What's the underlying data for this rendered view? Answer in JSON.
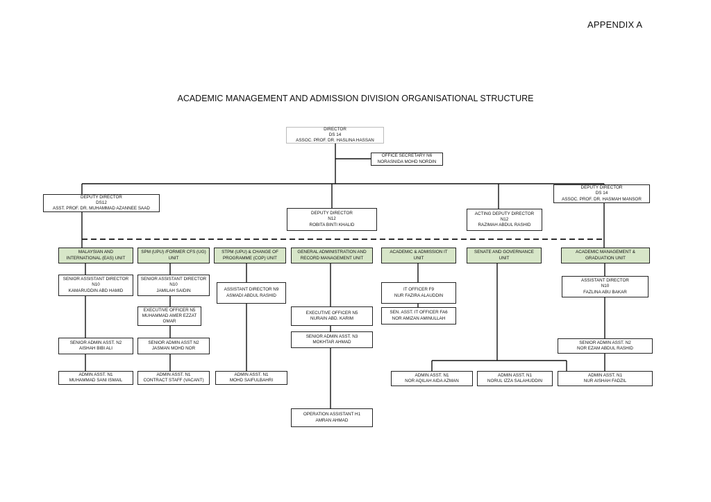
{
  "appendix": "APPENDIX A",
  "title": "ACADEMIC MANAGEMENT AND ADMISSION DIVISION ORGANISATIONAL STRUCTURE",
  "director": [
    "DIRECTOR",
    "DS 14",
    "ASSOC. PROF. DR. HASLINA HASSAN"
  ],
  "office_secretary": [
    "OFFICE SECRETARY N6",
    "NORASNIDA MOHD NORDIN"
  ],
  "deputies": {
    "d1": [
      "DEPUTY DIRECTOR",
      "DS12",
      "ASST. PROF. DR. MUHAMMAD AZANNEE SAAD"
    ],
    "d2": [
      "DEPUTY DIRECTOR",
      "N12",
      "ROBITA BINTI KHALID"
    ],
    "d3": [
      "ACTING DEPUTY DIRECTOR",
      "N12",
      "RAZIMAH ABDUL RASHID"
    ],
    "d4": [
      "DEPUTY DIRECTOR",
      "DS 14",
      "ASSOC. PROF. DR. HASMAH MANSOR"
    ]
  },
  "units": {
    "u1": [
      "MALAYSIAN AND",
      "INTERNATIONAL (EAS) UNIT"
    ],
    "u2": [
      "SPM (UPU) /FORMER CFS (UG)",
      "UNIT"
    ],
    "u3": [
      "STPM (UPU) & CHANGE OF",
      "PROGRAMME (COP) UNIT"
    ],
    "u4": [
      "GENERAL ADMINISTRATION AND",
      "RECORD MANAGEMENT UNIT"
    ],
    "u5": [
      "ACADEMIC & ADMISSION IT",
      "UNIT"
    ],
    "u6": [
      "SENATE AND GOVERNANCE",
      "UNIT"
    ],
    "u7": [
      "ACADEMIC MANAGEMENT &",
      "GRADUATION UNIT"
    ]
  },
  "staff": {
    "s1a": [
      "SENIOR ASSISTANT DIRECTOR",
      "N10",
      "KAMARUDDIN ABD HAMID"
    ],
    "s1b": [
      "SENIOR ADMIN ASST. N2",
      "AISHAH BIBI ALI"
    ],
    "s1c": [
      "ADMIN ASST. N1",
      "MUHAMMAD SANI ISMAIL"
    ],
    "s2a": [
      "SENIOR ASSISTANT DIRECTOR",
      "N10",
      "JAMILAH SAIDIN"
    ],
    "s2b": [
      "EXECUTIVE OFFICER N5",
      "MUHAMMAD AMER EZZAT",
      "OMAR"
    ],
    "s2c": [
      "SENIOR ADMIN ASST N2",
      "JASMAN MOHD NOR"
    ],
    "s2d": [
      "ADMIN ASST. N1",
      "CONTRACT STAFF (VACANT)"
    ],
    "s3a": [
      "ASSISTANT DIRECTOR N9",
      "ASMADI ABDUL RASHID"
    ],
    "s3b": [
      "ADMIN ASST. N1",
      "MOHD SAIFULBAHRI"
    ],
    "s4a": [
      "EXECUTIVE OFFICER N5",
      "NURAIN ABD. KARIM"
    ],
    "s4b": [
      "SENIOR ADMIN ASST. N3",
      "MOKHTAR AHMAD"
    ],
    "s4c": [
      "OPERATION ASSISTANT H1",
      "AMRAN AHMAD"
    ],
    "s5a": [
      "IT OFFICER F9",
      "NUR FAZIRA ALAUDDIN"
    ],
    "s5b": [
      "SEN. ASST. IT OFFICER FA6",
      "NOR AMIZAN AMINULLAH"
    ],
    "s5c": [
      "ADMIN ASST. N1",
      "NOR AQILAH AIDA AZMAN"
    ],
    "s6a": [
      "ADMIN ASST. N1",
      "NORUL IZZA SALAHUDDIN"
    ],
    "s7a": [
      "ASSISTANT DIRECTOR",
      "N10",
      "FAZLINA ABU BAKAR"
    ],
    "s7b": [
      "SENIOR ADMIN ASST. N2",
      "NOR EZAM ABDUL RASHID"
    ],
    "s7c": [
      "ADMIN ASST. N1",
      "NUR AISHAH FADZIL"
    ]
  }
}
